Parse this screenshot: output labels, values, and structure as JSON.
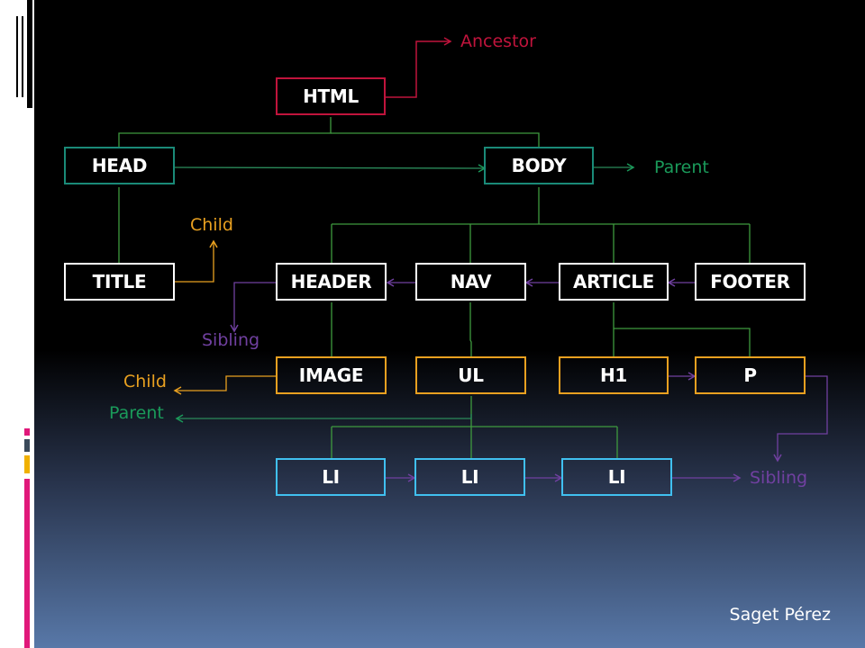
{
  "colors": {
    "ancestor": "#c0143c",
    "green": "#1a9a5a",
    "teal": "#1a8a78",
    "orange": "#e8a020",
    "purple": "#7040a0",
    "cyan": "#40c0f0",
    "white": "#ffffff"
  },
  "nodes": {
    "html": "HTML",
    "head": "HEAD",
    "body": "BODY",
    "title": "TITLE",
    "header": "HEADER",
    "nav": "NAV",
    "article": "ARTICLE",
    "footer": "FOOTER",
    "image": "IMAGE",
    "ul": "UL",
    "h1": "H1",
    "p": "P",
    "li1": "LI",
    "li2": "LI",
    "li3": "LI"
  },
  "labels": {
    "ancestor": "Ancestor",
    "parent_body": "Parent",
    "child_title": "Child",
    "sibling_header": "Sibling",
    "child_image": "Child",
    "parent_ul": "Parent",
    "sibling_li": "Sibling"
  },
  "author": "Saget Pérez"
}
